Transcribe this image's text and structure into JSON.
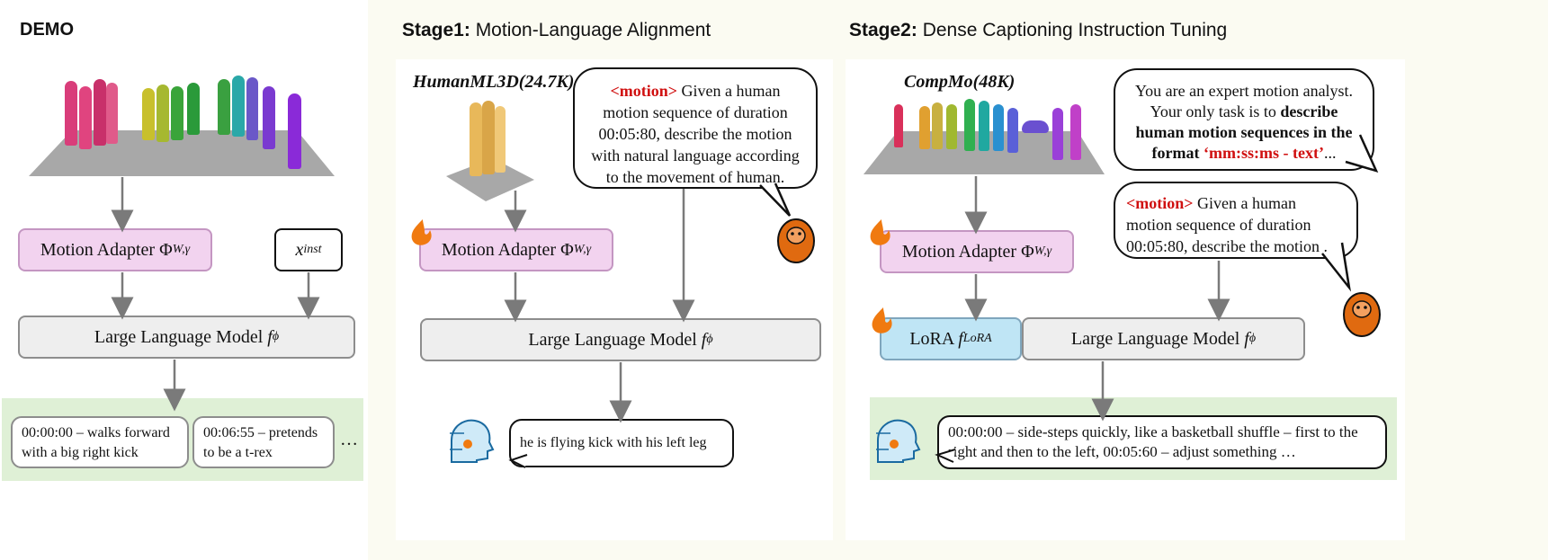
{
  "demo": {
    "title": "DEMO",
    "adapter": "Motion Adapter Φ",
    "adapter_sub": "W,γ",
    "inst_x": "x",
    "inst_sub": "inst",
    "llm": "Large Language Model ",
    "llm_f": "f",
    "llm_sub": "ϕ",
    "out1": "00:00:00 – walks forward with a big right kick",
    "out2": "00:06:55 – pretends to be a t-rex",
    "ellipsis": "…"
  },
  "stage1": {
    "title_bold": "Stage1:",
    "title_rest": " Motion-Language Alignment",
    "dataset": "HumanML3D(24.7K)",
    "bubble_tag": "<motion>",
    "bubble_text": " Given a human motion sequence of duration 00:05:80, describe the motion with natural language according to the movement of human.",
    "adapter": "Motion Adapter Φ",
    "adapter_sub": "W,γ",
    "llm": "Large Language Model ",
    "llm_f": "f",
    "llm_sub": "ϕ",
    "output": "he is flying kick with his left leg"
  },
  "stage2": {
    "title_bold": "Stage2:",
    "title_rest": " Dense Captioning Instruction Tuning",
    "dataset": "CompMo(48K)",
    "sys_1": "You are an expert motion analyst. Your only task is to ",
    "sys_bold": "describe human motion sequences in the format",
    "sys_red": " ‘mm:ss:ms - text’",
    "sys_end": "...",
    "bubble_tag": "<motion>",
    "bubble_text": " Given a human motion sequence of duration 00:05:80, describe the motion ...",
    "adapter": "Motion Adapter Φ",
    "adapter_sub": "W,γ",
    "lora": "LoRA ",
    "lora_f": "f",
    "lora_sub": "LoRA",
    "llm": "Large Language Model ",
    "llm_f": "f",
    "llm_sub": "ϕ",
    "output": "00:00:00 – side-steps quickly, like a basketball shuffle – first to the right and then to the left, 00:05:60 – adjust something …"
  },
  "colors": {
    "adapter": "#f2d3ef",
    "lora": "#bfe5f5",
    "llm": "#eeeeee",
    "output_bg": "#dff0d6",
    "panel_bg": "#fbfbf2",
    "motion_tag": "#d01010",
    "flame": "#f07a10",
    "robot": "#e06a10"
  },
  "icons": [
    "fire-icon",
    "orangutan-icon",
    "ai-head-icon"
  ]
}
